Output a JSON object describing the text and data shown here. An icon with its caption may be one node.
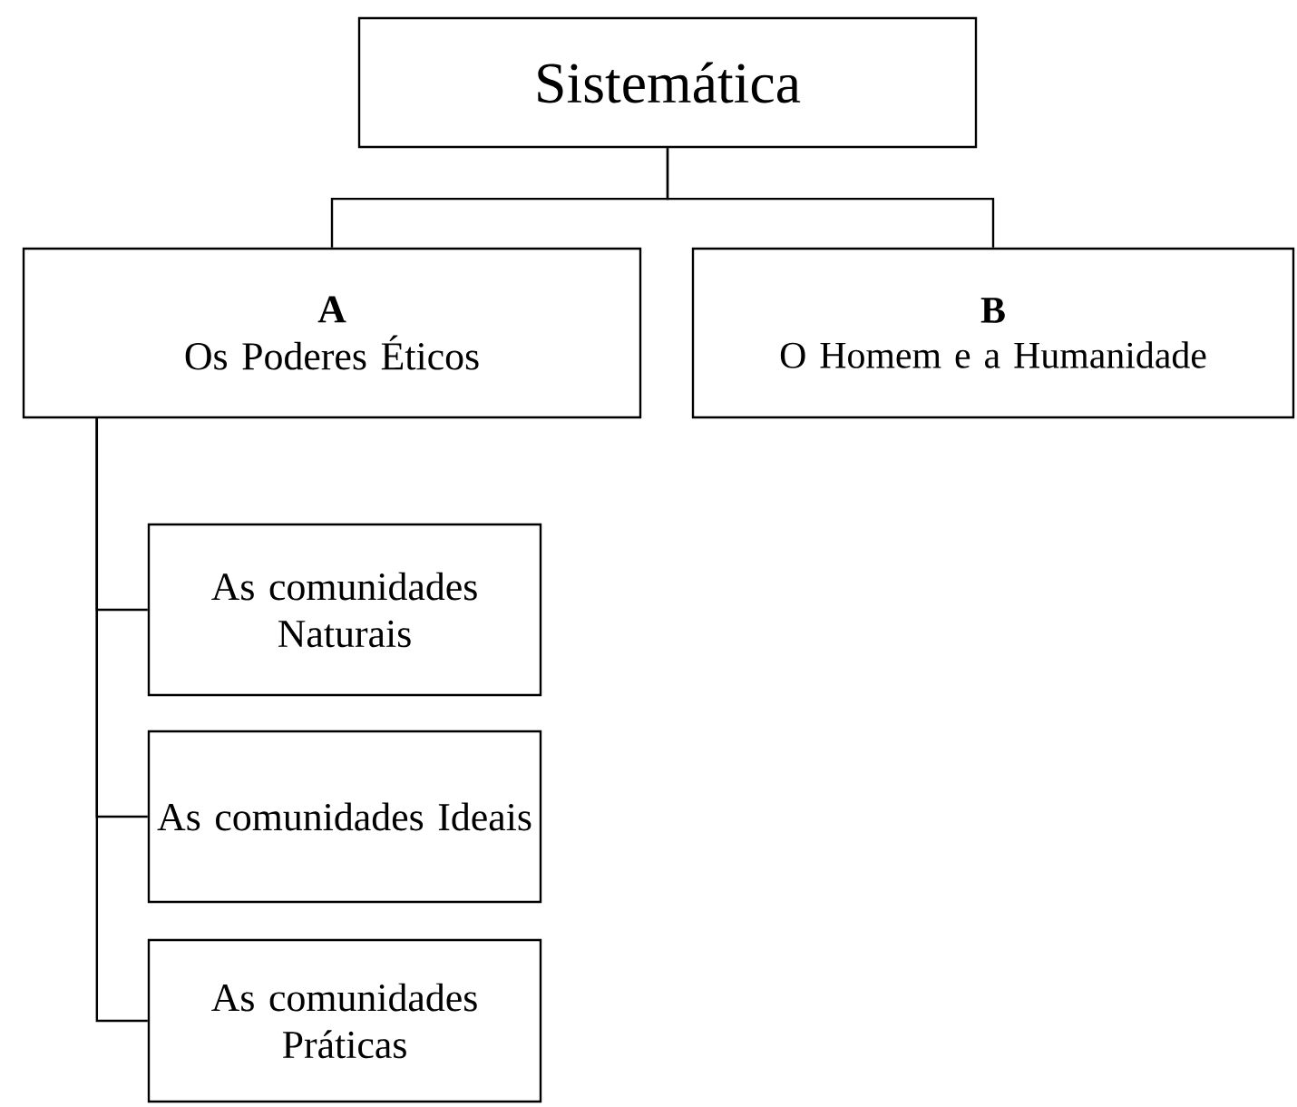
{
  "diagram": {
    "nodes": [
      {
        "text": [
          "Sistemática"
        ]
      },
      {
        "text": [
          "A",
          "Os Poderes Éticos"
        ]
      },
      {
        "text": [
          "B",
          "O Homem e a Humanidade"
        ]
      },
      {
        "text": [
          "As comunidades Naturais"
        ]
      },
      {
        "text": [
          "As comunidades Ideais"
        ]
      },
      {
        "text": [
          "As comunidades Práticas"
        ]
      }
    ],
    "edges": [
      {
        "from": 0,
        "to": 1,
        "arrow": "none"
      },
      {
        "from": 0,
        "to": 2,
        "arrow": "none"
      },
      {
        "from": 1,
        "to": 3,
        "arrow": "none"
      },
      {
        "from": 1,
        "to": 4,
        "arrow": "none"
      },
      {
        "from": 1,
        "to": 5,
        "arrow": "none"
      }
    ]
  }
}
